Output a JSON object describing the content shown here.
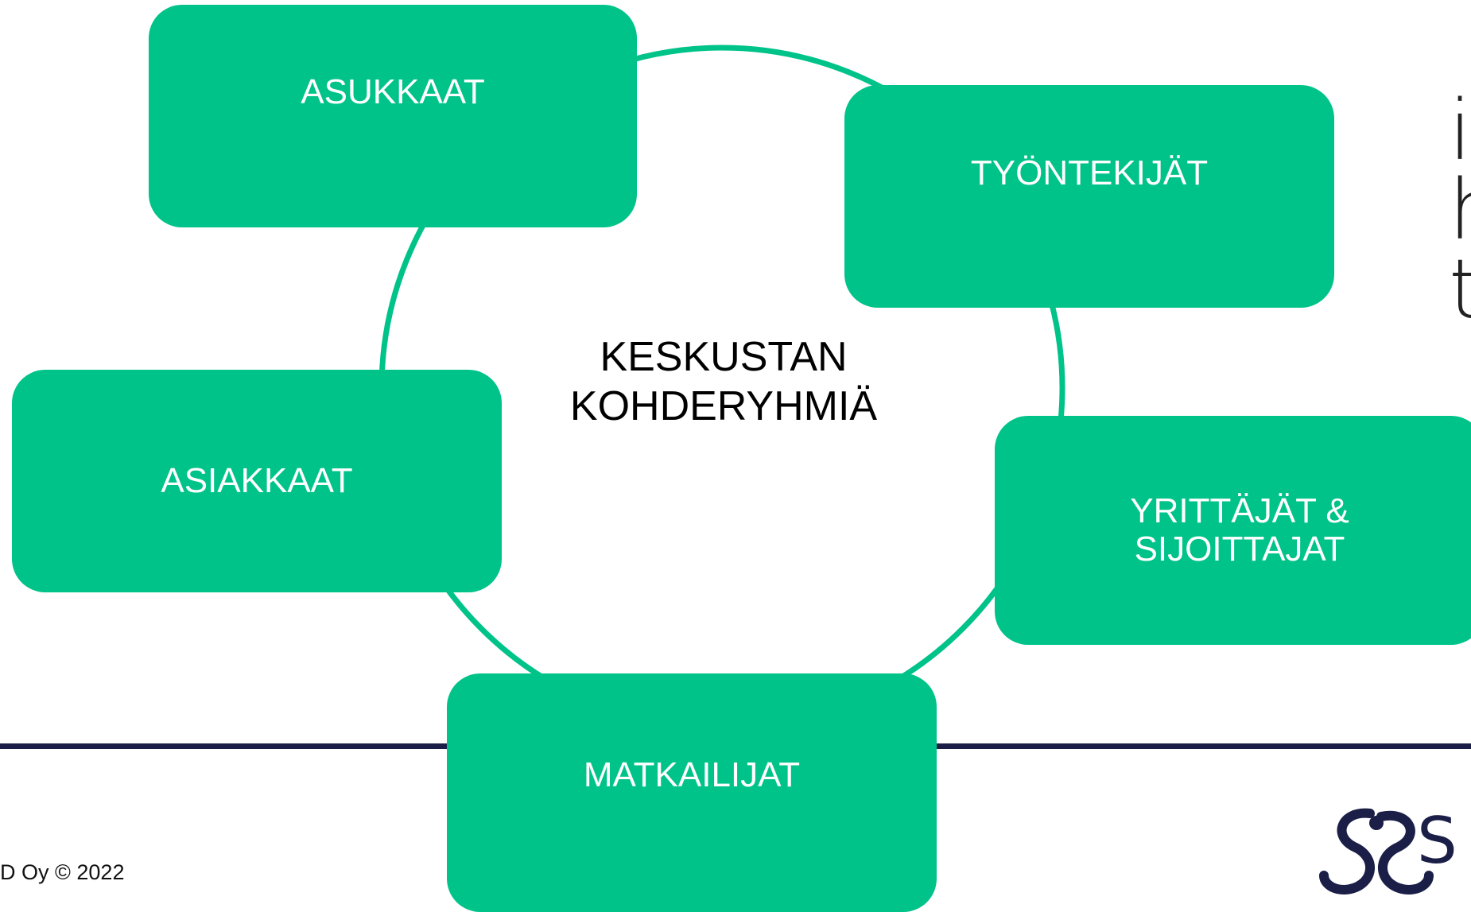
{
  "diagram": {
    "center": {
      "line1": "KESKUSTAN",
      "line2": "KOHDERYHMIÄ"
    },
    "groups": [
      {
        "label": "ASUKKAAT"
      },
      {
        "label": "TYÖNTEKIJÄT"
      },
      {
        "label": "ASIAKKAAT"
      },
      {
        "label_line1": "YRITTÄJÄT &",
        "label_line2": "SIJOITTAJAT"
      },
      {
        "label": "MATKAILIJAT"
      }
    ]
  },
  "side_text": {
    "partial": "i\nh\nt"
  },
  "footer": {
    "copyright": "D Oy © 2022",
    "logo_letter": "S"
  },
  "colors": {
    "box_fill": "#00c389",
    "ring_stroke": "#00c389",
    "rule": "#1b1f47",
    "logo": "#1b1f47"
  }
}
